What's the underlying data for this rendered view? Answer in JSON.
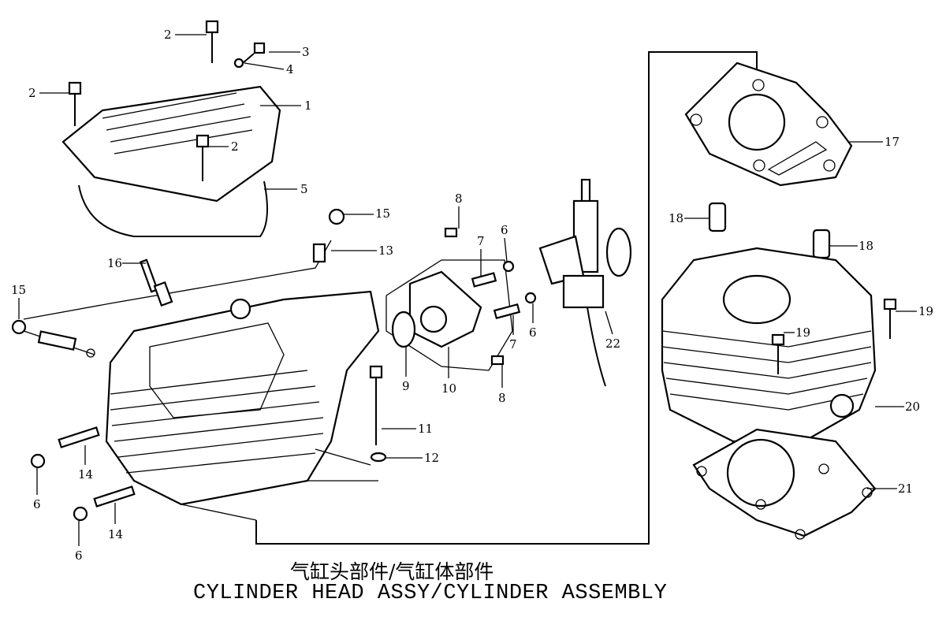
{
  "title": {
    "chinese": "气缸头部件/气缸体部件",
    "english": "CYLINDER HEAD ASSY/CYLINDER ASSEMBLY"
  },
  "callouts": [
    "2",
    "3",
    "4",
    "2",
    "1",
    "2",
    "5",
    "15",
    "13",
    "16",
    "15",
    "8",
    "7",
    "6",
    "6",
    "7",
    "9",
    "10",
    "8",
    "22",
    "11",
    "12",
    "14",
    "6",
    "14",
    "6",
    "17",
    "18",
    "18",
    "19",
    "19",
    "20",
    "21"
  ]
}
